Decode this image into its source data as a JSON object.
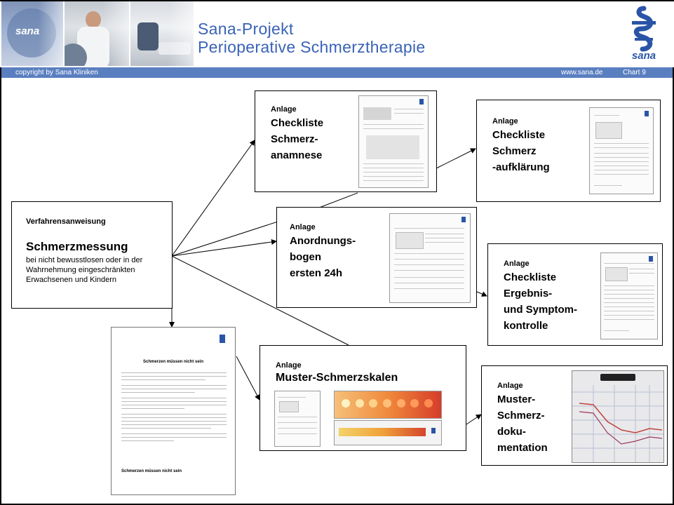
{
  "header": {
    "title_line1": "Sana-Projekt",
    "title_line2": "Perioperative Schmerztherapie",
    "photo_logo": "sana",
    "logo_text": "sana"
  },
  "footer_bar": {
    "copyright": "copyright by Sana Kliniken",
    "website": "www.sana.de",
    "chart": "Chart 9"
  },
  "main_box": {
    "heading": "Verfahrensanweisung",
    "title": "Schmerzmessung",
    "desc": "bei nicht bewusstlosen oder in der Wahrnehmung eingeschränkten Erwachsenen und Kindern"
  },
  "boxes": {
    "anamnese": {
      "anlage": "Anlage",
      "line1": "Checkliste",
      "line2": "Schmerz-",
      "line3": "anamnese"
    },
    "aufklaerung": {
      "anlage": "Anlage",
      "line1": "Checkliste",
      "line2": "Schmerz",
      "line3": "-aufklärung"
    },
    "anordnung": {
      "anlage": "Anlage",
      "line1": "Anordnungs-",
      "line2": "bogen",
      "line3": "ersten 24h"
    },
    "ergebnis": {
      "anlage": "Anlage",
      "line1": "Checkliste",
      "line2": "Ergebnis-",
      "line3": "und Symptom-",
      "line4": "kontrolle"
    },
    "skalen": {
      "anlage": "Anlage",
      "line1": "Muster-Schmerzskalen"
    },
    "doku": {
      "anlage": "Anlage",
      "line1": "Muster-",
      "line2": "Schmerz-",
      "line3": "doku-",
      "line4": "mentation"
    }
  },
  "letter": {
    "heading": "Schmerzen müssen nicht sein",
    "footer_heading": "Schmerzen müssen nicht sein"
  },
  "colors": {
    "brand_blue": "#3a63b6",
    "bar_blue": "#5a7fc0",
    "logo_blue": "#2a55a7"
  }
}
